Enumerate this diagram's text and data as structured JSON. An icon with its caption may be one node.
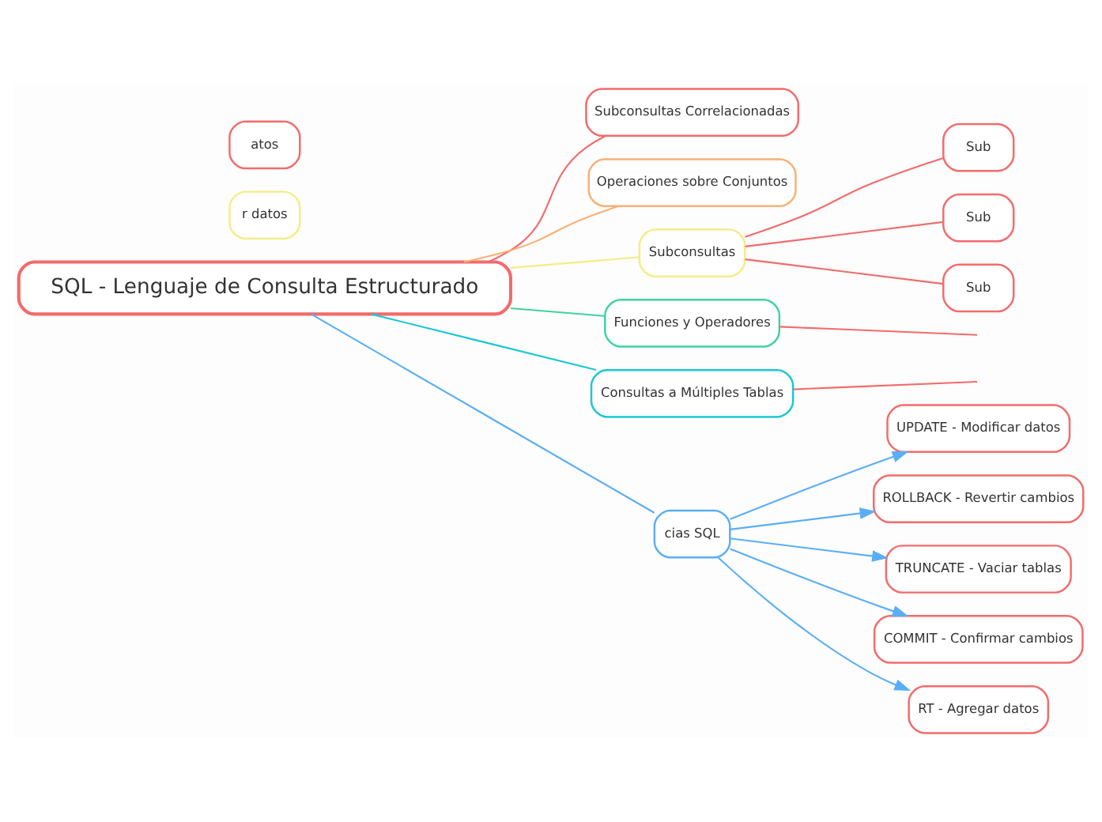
{
  "diagram": {
    "nodes": [
      {
        "text": [
          "SQL - Lenguaje de Consulta Estructurado"
        ]
      },
      {
        "text": [
          "Subconsultas Correlacionadas"
        ]
      },
      {
        "text": [
          "Operaciones sobre Conjuntos"
        ]
      },
      {
        "text": [
          "Subconsultas"
        ]
      },
      {
        "text": [
          "Sub"
        ]
      },
      {
        "text": [
          "Sub"
        ]
      },
      {
        "text": [
          "Sub"
        ]
      },
      {
        "text": [
          "Funciones y Operadores"
        ]
      },
      {
        "text": [
          "Consultas a Múltiples Tablas"
        ]
      },
      {
        "text": [
          "r datos"
        ]
      },
      {
        "text": [
          "cias SQL"
        ]
      },
      {
        "text": [
          "UPDATE - Modificar datos"
        ]
      },
      {
        "text": [
          "ROLLBACK - Revertir cambios"
        ]
      },
      {
        "text": [
          "TRUNCATE - Vaciar tablas"
        ]
      },
      {
        "text": [
          "COMMIT - Confirmar cambios"
        ]
      },
      {
        "text": [
          "atos"
        ]
      },
      {
        "text": [
          "RT - Agregar datos"
        ]
      }
    ],
    "edges": [
      {
        "from": 0,
        "to": 1,
        "arrow": "none",
        "color": "#f36b6b"
      },
      {
        "from": 0,
        "to": 2,
        "arrow": "none",
        "color": "#f9b074"
      },
      {
        "from": 0,
        "to": 3,
        "arrow": "none",
        "color": "#f5ec84"
      },
      {
        "from": 3,
        "to": 4,
        "arrow": "none",
        "color": "#f36b6b"
      },
      {
        "from": 3,
        "to": 5,
        "arrow": "none",
        "color": "#f36b6b"
      },
      {
        "from": 3,
        "to": 6,
        "arrow": "none",
        "color": "#f36b6b"
      },
      {
        "from": 0,
        "to": 7,
        "arrow": "none",
        "color": "#3ed3a0"
      },
      {
        "from": 7,
        "to": null,
        "arrow": "none",
        "color": "#f36b6b"
      },
      {
        "from": 0,
        "to": 8,
        "arrow": "none",
        "color": "#1ac8d4"
      },
      {
        "from": 8,
        "to": null,
        "arrow": "none",
        "color": "#f36b6b"
      },
      {
        "from": 0,
        "to": 10,
        "arrow": "none",
        "color": "#5aaef5"
      },
      {
        "from": 10,
        "to": 11,
        "arrow": "to",
        "color": "#5aaef5"
      },
      {
        "from": 10,
        "to": 12,
        "arrow": "to",
        "color": "#5aaef5"
      },
      {
        "from": 10,
        "to": 13,
        "arrow": "to",
        "color": "#5aaef5"
      },
      {
        "from": 10,
        "to": 14,
        "arrow": "to",
        "color": "#5aaef5"
      },
      {
        "from": 10,
        "to": 16,
        "arrow": "to",
        "color": "#5aaef5"
      }
    ]
  }
}
